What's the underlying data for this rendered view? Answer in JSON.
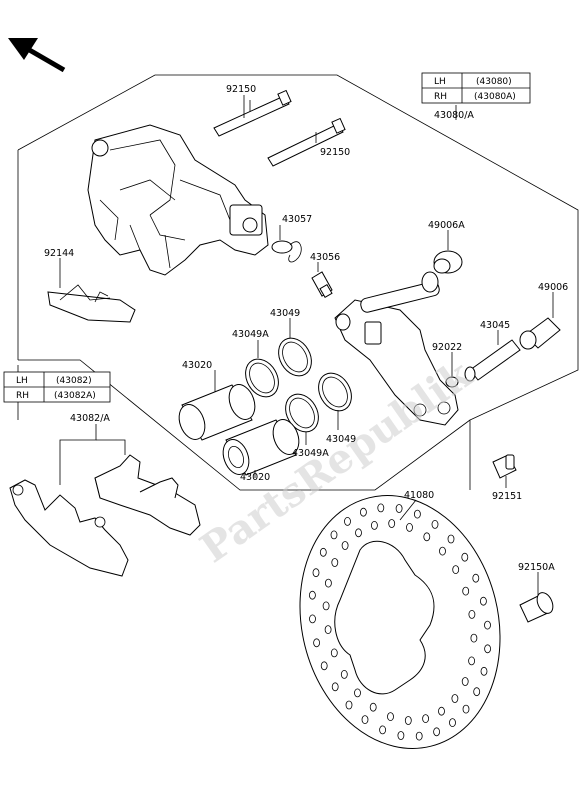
{
  "watermark": "PartsRepublik",
  "caliper_table": {
    "rows": [
      {
        "side": "LH",
        "part": "(43080)"
      },
      {
        "side": "RH",
        "part": "(43080A)"
      }
    ]
  },
  "pad_table": {
    "rows": [
      {
        "side": "LH",
        "part": "(43082)"
      },
      {
        "side": "RH",
        "part": "(43082A)"
      }
    ]
  },
  "labels": {
    "p92150_top": "92150",
    "p92150_mid": "92150",
    "p43080": "43080/A",
    "p43057": "43057",
    "p92144": "92144",
    "p43056": "43056",
    "p49006A": "49006A",
    "p49006": "49006",
    "p43049_top": "43049",
    "p43049A_left": "43049A",
    "p43045": "43045",
    "p92022": "92022",
    "p43020_top": "43020",
    "p43049_right": "43049",
    "p43049A_bottom": "43049A",
    "p43020_bottom": "43020",
    "p43082": "43082/A",
    "p92151": "92151",
    "p41080": "41080",
    "p92150A": "92150A"
  },
  "icons": {
    "direction": "arrow-up-left-icon"
  }
}
